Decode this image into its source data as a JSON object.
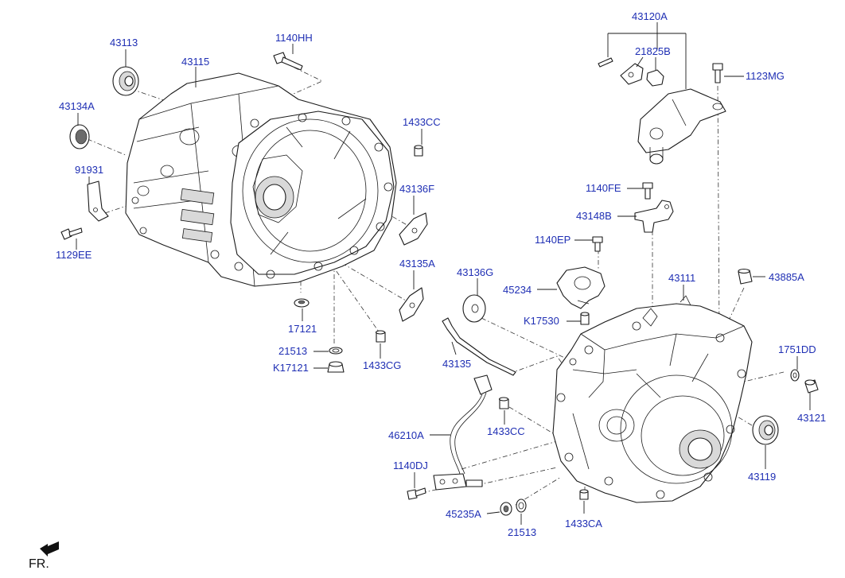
{
  "diagram": {
    "front_indicator": "FR.",
    "labels": {
      "p43120A": "43120A",
      "p43113": "43113",
      "p1140HH": "1140HH",
      "p21825B": "21825B",
      "p43115": "43115",
      "p1123MG": "1123MG",
      "p43134A": "43134A",
      "p1433CC_top": "1433CC",
      "p91931": "91931",
      "p43136F": "43136F",
      "p1140FE": "1140FE",
      "p1129EE": "1129EE",
      "p43148B": "43148B",
      "p1140EP": "1140EP",
      "p43135A": "43135A",
      "p43136G": "43136G",
      "p43111": "43111",
      "p43885A": "43885A",
      "p45234": "45234",
      "p17121": "17121",
      "pK17530": "K17530",
      "p1751DD": "1751DD",
      "p21513_left": "21513",
      "pK17121": "K17121",
      "p1433CG": "1433CG",
      "p43135": "43135",
      "p43121": "43121",
      "p46210A": "46210A",
      "p1433CC_mid": "1433CC",
      "p43119": "43119",
      "p1140DJ": "1140DJ",
      "p45235A": "45235A",
      "p1433CA": "1433CA",
      "p21513_bottom": "21513"
    }
  }
}
